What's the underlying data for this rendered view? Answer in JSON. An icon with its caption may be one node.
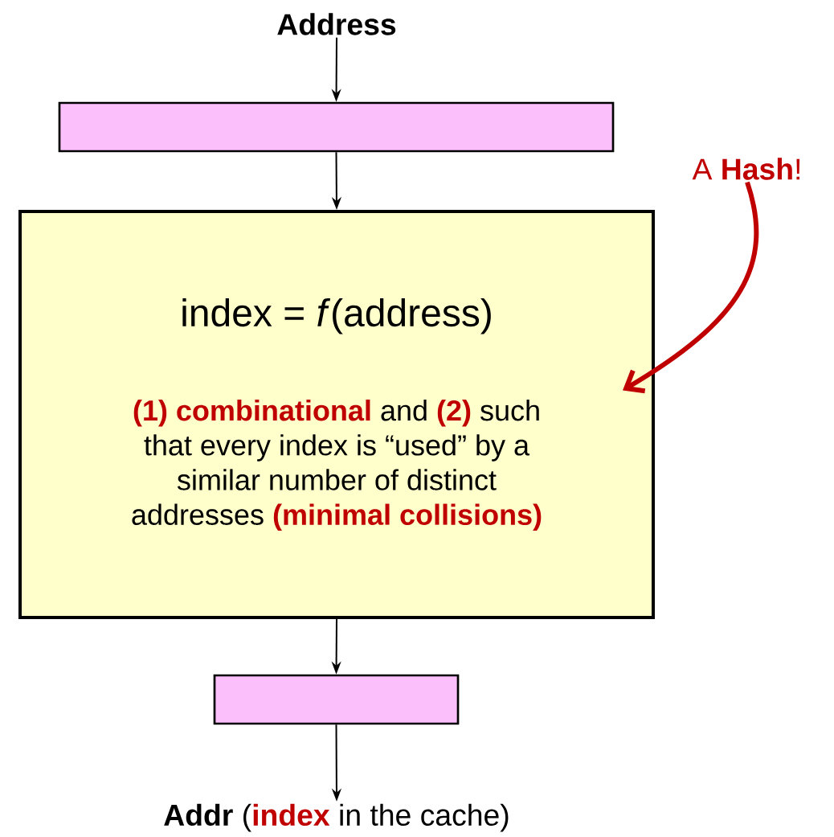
{
  "diagram": {
    "nodes": [
      {
        "text": [
          "Address"
        ]
      },
      {
        "text": [],
        "shape": "bar"
      },
      {
        "text": [
          "index = *f*(address)",
          "**(1) combinational** and **(2)** such that every index is “used” by a similar number of distinct addresses **(minimal collisions)**"
        ]
      },
      {
        "text": [],
        "shape": "bar"
      },
      {
        "text": [
          "**Addr** (**index** in the cache)"
        ]
      },
      {
        "text": [
          "A **Hash**!"
        ]
      }
    ],
    "edges": [
      {
        "from": 0,
        "to": 1,
        "arrow": "to"
      },
      {
        "from": 1,
        "to": 2,
        "arrow": "to"
      },
      {
        "from": 2,
        "to": 3,
        "arrow": "to"
      },
      {
        "from": 3,
        "to": 4,
        "arrow": "to"
      },
      {
        "from": 5,
        "to": 2,
        "arrow": "to",
        "style": "thick",
        "color": "#c00000"
      }
    ]
  }
}
